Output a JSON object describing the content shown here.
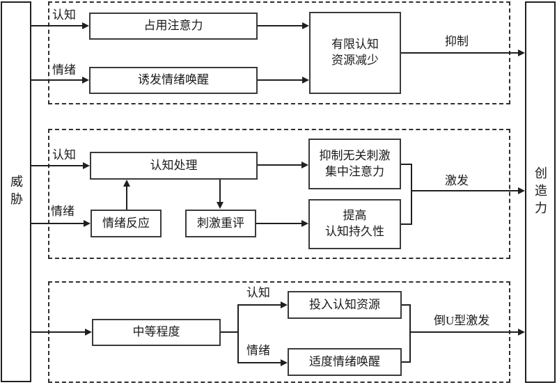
{
  "colors": {
    "line": "#1f1f1f",
    "background": "#ffffff"
  },
  "nodes": {
    "threat": "威胁",
    "creativity": "创造力",
    "occupy_attention": "占用注意力",
    "induce_emotional_arousal": "诱发情绪唤醒",
    "limited_cognitive_resources": {
      "line1": "有限认知",
      "line2": "资源减少"
    },
    "cognitive_processing": "认知处理",
    "emotional_response": "情绪反应",
    "stimulus_reappraisal": "刺激重评",
    "suppress_irrelevant_stimuli": {
      "line1": "抑制无关刺激",
      "line2": "集中注意力"
    },
    "improve_persistence": {
      "line1": "提高",
      "line2": "认知持久性"
    },
    "moderate_level": "中等程度",
    "invest_cognitive_resources": "投入认知资源",
    "moderate_emotional_arousal": "适度情绪唤醒"
  },
  "edge_labels": {
    "top_cognition": "认知",
    "top_emotion": "情绪",
    "inhibit": "抑制",
    "mid_cognition": "认知",
    "mid_emotion": "情绪",
    "activate": "激发",
    "bottom_cognition": "认知",
    "bottom_emotion": "情绪",
    "inverted_u_activation": "倒U型激发"
  }
}
